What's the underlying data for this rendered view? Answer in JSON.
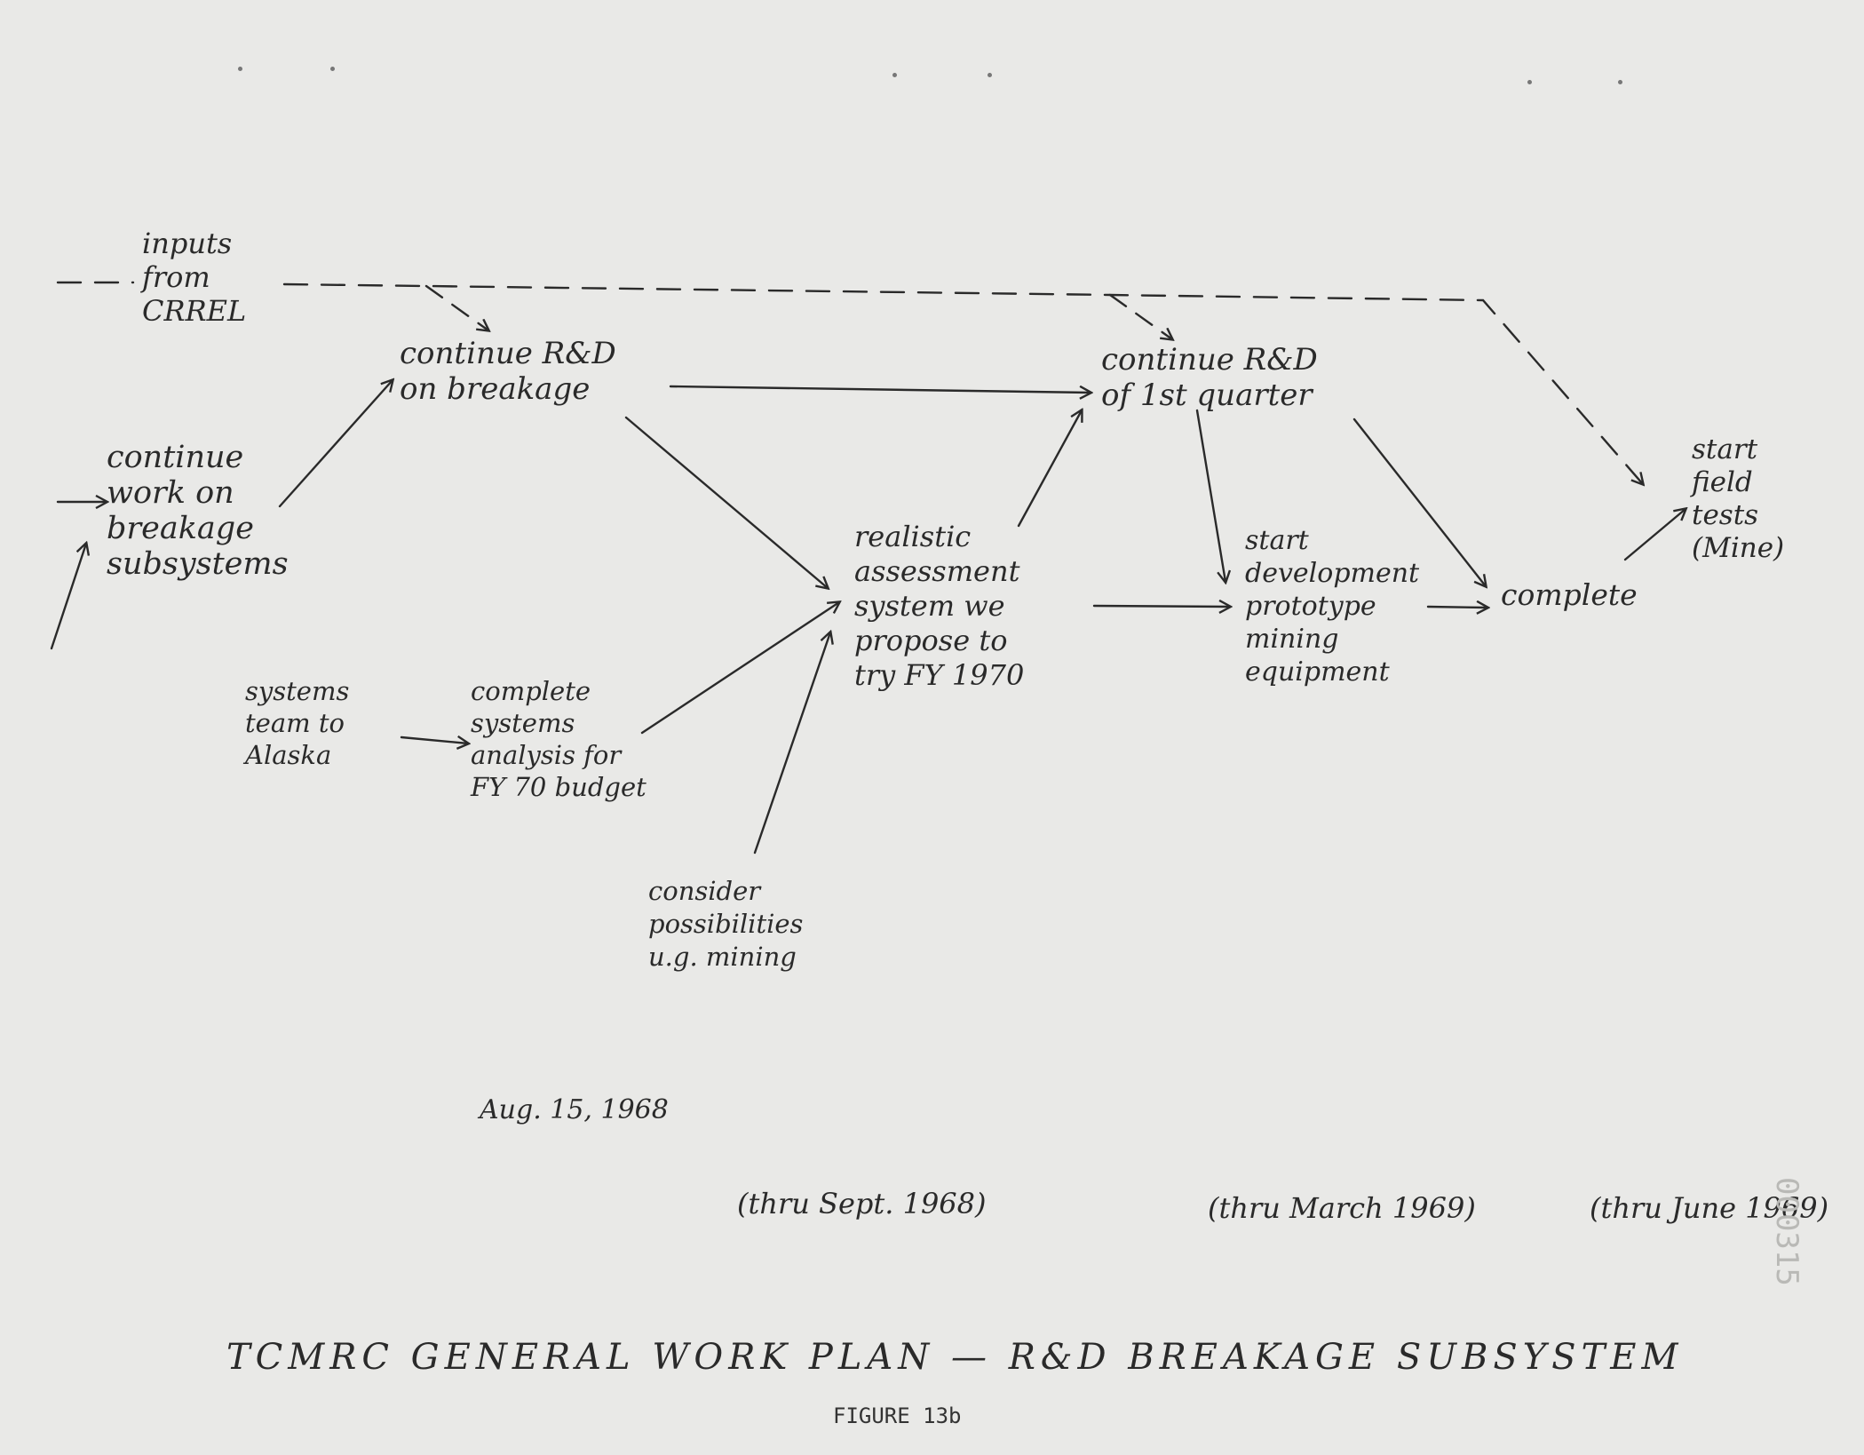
{
  "nodes": {
    "inputs_crrel": [
      "inputs",
      "from",
      "CRREL"
    ],
    "continue_work": [
      "continue",
      "work on",
      "breakage",
      "subsystems"
    ],
    "continue_rd_breakage": [
      "continue R&D",
      "on breakage"
    ],
    "continue_rd_1st": [
      "continue R&D",
      "of 1st quarter"
    ],
    "realistic_assessment": [
      "realistic",
      "assessment",
      "system we",
      "propose to",
      "try FY 1970"
    ],
    "systems_team": [
      "systems",
      "team to",
      "Alaska"
    ],
    "complete_systems": [
      "complete",
      "systems",
      "analysis for",
      "FY 70 budget"
    ],
    "consider_possibilities": [
      "consider",
      "possibilities",
      "u.g. mining"
    ],
    "start_development": [
      "start",
      "development",
      "prototype",
      "mining",
      "equipment"
    ],
    "complete": [
      "complete"
    ],
    "start_field_tests": [
      "start",
      "field",
      "tests",
      "(Mine)"
    ]
  },
  "date": "Aug. 15, 1968",
  "periods": [
    "(thru Sept. 1968)",
    "(thru March 1969)",
    "(thru June 1969)"
  ],
  "title": "TCMRC GENERAL WORK PLAN — R&D BREAKAGE SUBSYSTEM",
  "caption": "FIGURE 13b",
  "stamp": "000315"
}
